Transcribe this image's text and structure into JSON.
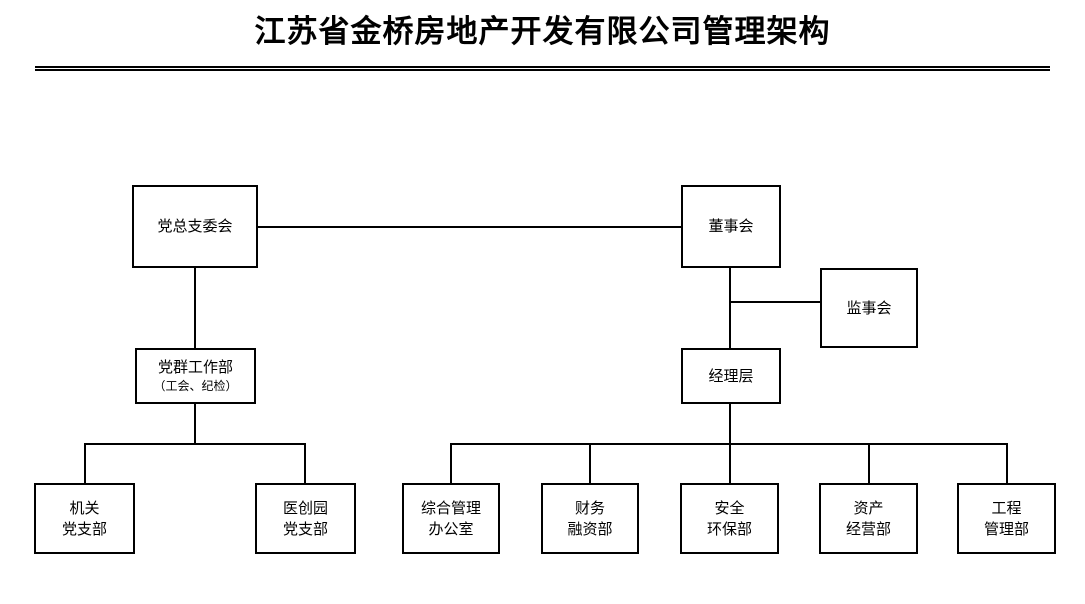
{
  "header": {
    "title": "江苏省金桥房地产开发有限公司管理架构",
    "rule": "double-horizontal-rule"
  },
  "chart_data": {
    "type": "diagram",
    "diagram_kind": "organization-chart",
    "title": "江苏省金桥房地产开发有限公司管理架构",
    "orientation": "top-down",
    "box_style": {
      "border": "#000000",
      "fill": "#ffffff",
      "text": "#000000"
    },
    "nodes": [
      {
        "id": "party-committee",
        "label": "党总支委会",
        "sub": "",
        "level": 1,
        "branch": "party"
      },
      {
        "id": "board-of-directors",
        "label": "董事会",
        "sub": "",
        "level": 1,
        "branch": "corporate"
      },
      {
        "id": "board-of-supervisors",
        "label": "监事会",
        "sub": "",
        "level": 2,
        "branch": "corporate"
      },
      {
        "id": "party-mass-work-dept",
        "label": "党群工作部",
        "sub": "（工会、纪检）",
        "level": 2,
        "branch": "party"
      },
      {
        "id": "management-layer",
        "label": "经理层",
        "sub": "",
        "level": 2,
        "branch": "corporate"
      },
      {
        "id": "agency-party-branch",
        "label": "机关",
        "sub": "党支部",
        "level": 3,
        "branch": "party"
      },
      {
        "id": "yichuangyuan-party-branch",
        "label": "医创园",
        "sub": "党支部",
        "level": 3,
        "branch": "party"
      },
      {
        "id": "general-admin-office",
        "label": "综合管理",
        "sub": "办公室",
        "level": 3,
        "branch": "corporate"
      },
      {
        "id": "finance-financing-dept",
        "label": "财务",
        "sub": "融资部",
        "level": 3,
        "branch": "corporate"
      },
      {
        "id": "safety-environment-dept",
        "label": "安全",
        "sub": "环保部",
        "level": 3,
        "branch": "corporate"
      },
      {
        "id": "asset-operation-dept",
        "label": "资产",
        "sub": "经营部",
        "level": 3,
        "branch": "corporate"
      },
      {
        "id": "engineering-management-dept",
        "label": "工程",
        "sub": "管理部",
        "level": 3,
        "branch": "corporate"
      }
    ],
    "edges": [
      {
        "from": "party-committee",
        "to": "board-of-directors",
        "style": "horizontal"
      },
      {
        "from": "party-committee",
        "to": "party-mass-work-dept",
        "style": "vertical"
      },
      {
        "from": "board-of-directors",
        "to": "board-of-supervisors",
        "style": "elbow-right"
      },
      {
        "from": "board-of-directors",
        "to": "management-layer",
        "style": "vertical"
      },
      {
        "from": "party-mass-work-dept",
        "to": "agency-party-branch",
        "style": "bus"
      },
      {
        "from": "party-mass-work-dept",
        "to": "yichuangyuan-party-branch",
        "style": "bus"
      },
      {
        "from": "management-layer",
        "to": "general-admin-office",
        "style": "bus"
      },
      {
        "from": "management-layer",
        "to": "finance-financing-dept",
        "style": "bus"
      },
      {
        "from": "management-layer",
        "to": "safety-environment-dept",
        "style": "bus"
      },
      {
        "from": "management-layer",
        "to": "asset-operation-dept",
        "style": "bus"
      },
      {
        "from": "management-layer",
        "to": "engineering-management-dept",
        "style": "bus"
      }
    ]
  }
}
